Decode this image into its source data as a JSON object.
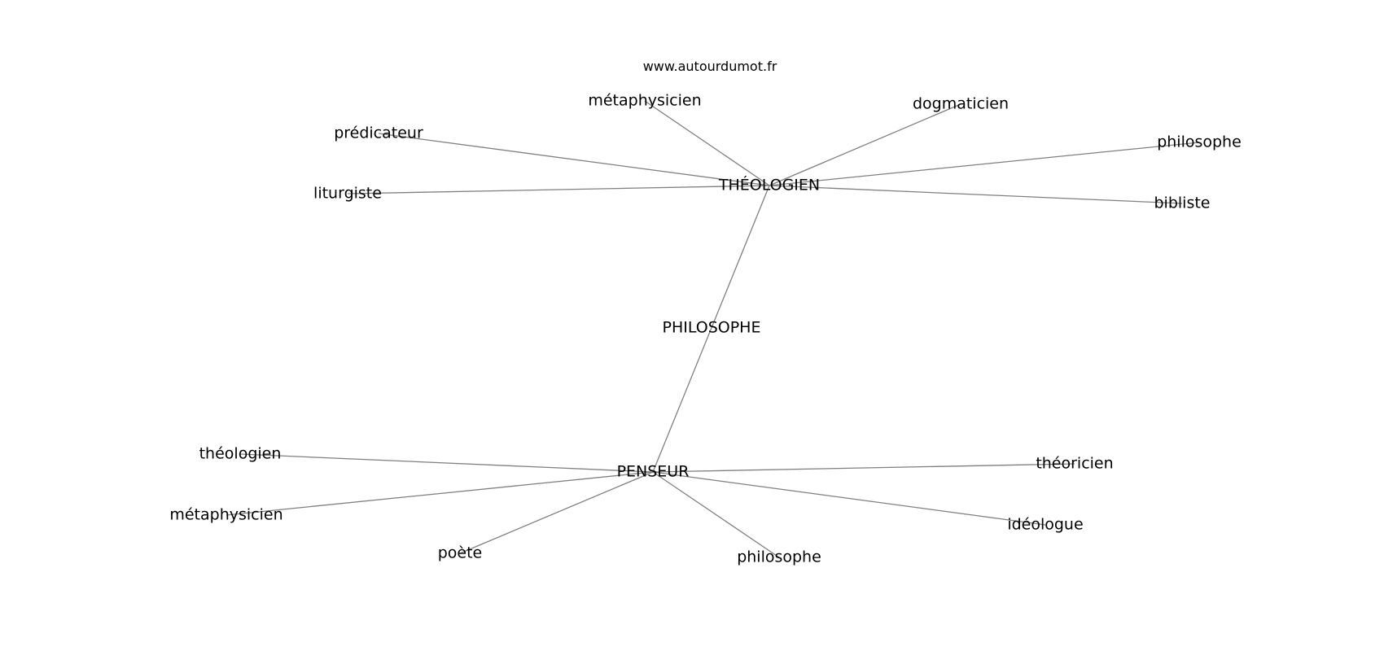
{
  "source": "www.autourdumot.fr",
  "colors": {
    "edge": "#808080",
    "text": "#000000",
    "background": "#ffffff"
  },
  "nodes": [
    {
      "id": "philosophe_root",
      "label": "PHILOSOPHE"
    },
    {
      "id": "theologien_hub",
      "label": "THÉOLOGIEN"
    },
    {
      "id": "penseur_hub",
      "label": "PENSEUR"
    },
    {
      "id": "metaphysicien_top",
      "label": "métaphysicien"
    },
    {
      "id": "dogmaticien",
      "label": "dogmaticien"
    },
    {
      "id": "predicateur",
      "label": "prédicateur"
    },
    {
      "id": "philosophe_top",
      "label": "philosophe"
    },
    {
      "id": "liturgiste",
      "label": "liturgiste"
    },
    {
      "id": "bibliste",
      "label": "bibliste"
    },
    {
      "id": "theologien_leaf",
      "label": "théologien"
    },
    {
      "id": "theoricien",
      "label": "théoricien"
    },
    {
      "id": "metaphysicien_bottom",
      "label": "métaphysicien"
    },
    {
      "id": "ideologue",
      "label": "idéologue"
    },
    {
      "id": "poete",
      "label": "poète"
    },
    {
      "id": "philosophe_bottom",
      "label": "philosophe"
    }
  ],
  "edges": [
    [
      "theologien_hub",
      "penseur_hub"
    ],
    [
      "theologien_hub",
      "metaphysicien_top"
    ],
    [
      "theologien_hub",
      "dogmaticien"
    ],
    [
      "theologien_hub",
      "predicateur"
    ],
    [
      "theologien_hub",
      "philosophe_top"
    ],
    [
      "theologien_hub",
      "liturgiste"
    ],
    [
      "theologien_hub",
      "bibliste"
    ],
    [
      "penseur_hub",
      "theologien_leaf"
    ],
    [
      "penseur_hub",
      "theoricien"
    ],
    [
      "penseur_hub",
      "metaphysicien_bottom"
    ],
    [
      "penseur_hub",
      "ideologue"
    ],
    [
      "penseur_hub",
      "poete"
    ],
    [
      "penseur_hub",
      "philosophe_bottom"
    ]
  ]
}
